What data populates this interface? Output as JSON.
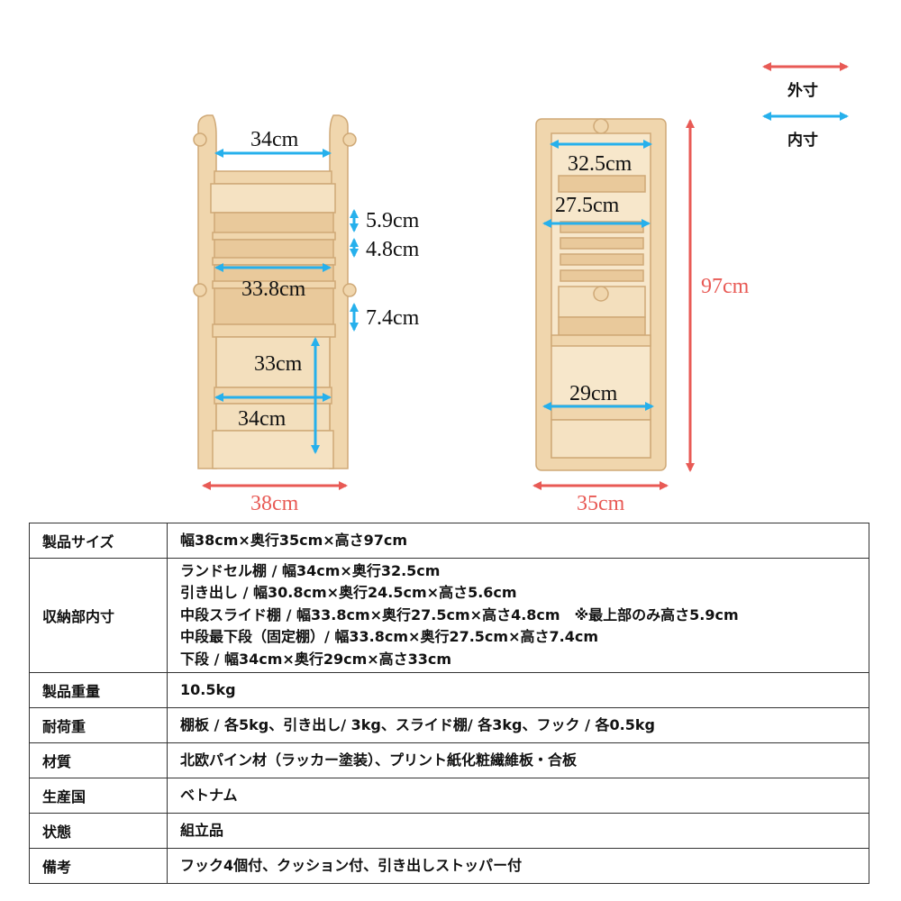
{
  "legend": {
    "outer_label": "外寸",
    "inner_label": "内寸",
    "outer_color": "#e85a55",
    "inner_color": "#26b0ec"
  },
  "front_view": {
    "top_width": "34cm",
    "top_shelf_height": "5.9cm",
    "shelf_height": "4.8cm",
    "slide_shelf_width": "33.8cm",
    "fixed_shelf_height": "7.4cm",
    "lower_height": "33cm",
    "lower_width": "34cm",
    "outer_width": "38cm"
  },
  "side_view": {
    "top_depth": "32.5cm",
    "slide_depth": "27.5cm",
    "lower_depth": "29cm",
    "outer_height": "97cm",
    "outer_depth": "35cm"
  },
  "spec_table": [
    {
      "key": "製品サイズ",
      "lines": [
        "幅38cm×奥行35cm×高さ97cm"
      ]
    },
    {
      "key": "収納部内寸",
      "lines": [
        "ランドセル棚 / 幅34cm×奥行32.5cm",
        "引き出し / 幅30.8cm×奥行24.5cm×高さ5.6cm",
        "中段スライド棚 / 幅33.8cm×奥行27.5cm×高さ4.8cm　※最上部のみ高さ5.9cm",
        "中段最下段（固定棚）/ 幅33.8cm×奥行27.5cm×高さ7.4cm",
        "下段 / 幅34cm×奥行29cm×高さ33cm"
      ]
    },
    {
      "key": "製品重量",
      "lines": [
        "10.5kg"
      ]
    },
    {
      "key": "耐荷重",
      "lines": [
        "棚板 / 各5kg、引き出し/ 3kg、スライド棚/ 各3kg、フック / 各0.5kg"
      ]
    },
    {
      "key": "材質",
      "lines": [
        "北欧パイン材（ラッカー塗装）、プリント紙化粧繊維板・合板"
      ]
    },
    {
      "key": "生産国",
      "lines": [
        "ベトナム"
      ]
    },
    {
      "key": "状態",
      "lines": [
        "組立品"
      ]
    },
    {
      "key": "備考",
      "lines": [
        "フック4個付、クッション付、引き出しストッパー付"
      ]
    }
  ]
}
